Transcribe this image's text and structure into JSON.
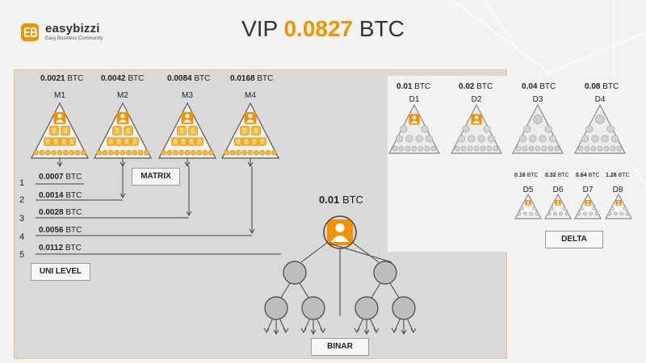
{
  "logo": {
    "name": "easybizzi",
    "tagline": "Easy Business Community"
  },
  "headline": {
    "prefix": "VIP",
    "amount": "0.0827",
    "unit": "BTC"
  },
  "matrix": {
    "items": [
      {
        "value": "0.0021",
        "unit": "BTC",
        "name": "M1"
      },
      {
        "value": "0.0042",
        "unit": "BTC",
        "name": "M2"
      },
      {
        "value": "0.0084",
        "unit": "BTC",
        "name": "M3"
      },
      {
        "value": "0.0168",
        "unit": "BTC",
        "name": "M4"
      }
    ],
    "label": "MATRIX"
  },
  "unilevel": {
    "rows": [
      {
        "num": "1",
        "value": "0.0007",
        "unit": "BTC"
      },
      {
        "num": "2",
        "value": "0.0014",
        "unit": "BTC"
      },
      {
        "num": "3",
        "value": "0.0028",
        "unit": "BTC"
      },
      {
        "num": "4",
        "value": "0.0056",
        "unit": "BTC"
      },
      {
        "num": "5",
        "value": "0.0112",
        "unit": "BTC"
      }
    ],
    "label": "UNI LEVEL"
  },
  "binar": {
    "value": "0.01",
    "unit": "BTC",
    "label": "BINAR"
  },
  "delta": {
    "large": [
      {
        "value": "0.01",
        "unit": "BTC",
        "name": "D1"
      },
      {
        "value": "0.02",
        "unit": "BTC",
        "name": "D2"
      },
      {
        "value": "0.04",
        "unit": "BTC",
        "name": "D3"
      },
      {
        "value": "0.08",
        "unit": "BTC",
        "name": "D4"
      }
    ],
    "small": [
      {
        "value": "0.16",
        "unit": "BTC",
        "name": "D5"
      },
      {
        "value": "0.32",
        "unit": "BTC",
        "name": "D6"
      },
      {
        "value": "0.64",
        "unit": "BTC",
        "name": "D7"
      },
      {
        "value": "1.28",
        "unit": "BTC",
        "name": "D8"
      }
    ],
    "label": "DELTA"
  },
  "colors": {
    "accent": "#f39200",
    "coin": "#f7b731",
    "panel": "#d9d9d9",
    "node": "#bdbdbd"
  }
}
